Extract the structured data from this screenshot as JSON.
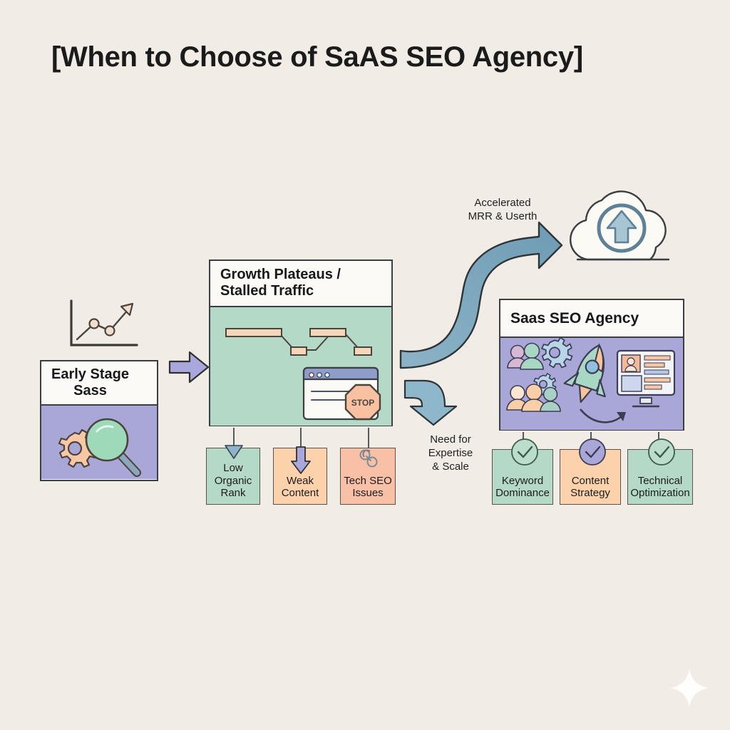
{
  "page": {
    "title": "[When to Choose of SaAS SEO Agency]",
    "background_color": "#f1ece6"
  },
  "nodes": {
    "early_stage": {
      "title": "Early Stage\nSass",
      "title_line1": "Early Stage",
      "title_line2": "Sass",
      "body_color": "#a9a7d7",
      "icons": [
        "magnifier-icon",
        "gear-icon"
      ],
      "above_icon": "growth-chart-icon"
    },
    "growth_plateau": {
      "title_line1": "Growth Plateaus /",
      "title_line2": "Stalled Traffic",
      "body_color": "#b4d9c7",
      "icons": [
        "plateau-chart-icon",
        "browser-window-icon",
        "stop-sign-icon"
      ],
      "stop_sign_label": "STOP"
    },
    "agency": {
      "title": "Saas SEO Agency",
      "body_color": "#a9a7d7",
      "icons": [
        "team-people-icon",
        "gear-icon",
        "rocket-icon",
        "monitor-dashboard-icon",
        "curved-arrow-icon"
      ]
    }
  },
  "problem_boxes": [
    {
      "label_line1": "Low",
      "label_line2": "Organic",
      "label_line3": "Rank",
      "color": "green",
      "icon": "down-triangle-icon"
    },
    {
      "label_line1": "Weak",
      "label_line2": "Content",
      "label_line3": "",
      "color": "orange",
      "icon": "down-arrow-icon"
    },
    {
      "label_line1": "Tech SEO",
      "label_line2": "Issues",
      "label_line3": "",
      "color": "salmon",
      "icon": "broken-link-icon"
    }
  ],
  "outcome_boxes": [
    {
      "label_line1": "Keyword",
      "label_line2": "Dominance",
      "color": "green",
      "icon": "check-circle-icon"
    },
    {
      "label_line1": "Content",
      "label_line2": "Strategy",
      "color": "orange",
      "icon": "check-circle-icon"
    },
    {
      "label_line1": "Technical",
      "label_line2": "Optimization",
      "color": "green",
      "icon": "check-circle-icon"
    }
  ],
  "arrows": {
    "start_arrow": {
      "icon": "right-block-arrow-icon",
      "color": "#a9a7d7"
    },
    "growth_arrow": {
      "icon": "s-curve-arrow-icon",
      "color": "#7ba7bd",
      "label_line1": "Accelerated",
      "label_line2": "MRR & Userth"
    },
    "need_arrow": {
      "icon": "curved-up-arrow-icon",
      "color": "#8fb8cc",
      "label_line1": "Need for",
      "label_line2": "Expertise",
      "label_line3": "& Scale"
    }
  },
  "cloud": {
    "icon": "cloud-upload-icon",
    "fill": "#fbfaf6",
    "accent": "#5e8198"
  },
  "watermark": {
    "icon": "sparkle-icon"
  }
}
